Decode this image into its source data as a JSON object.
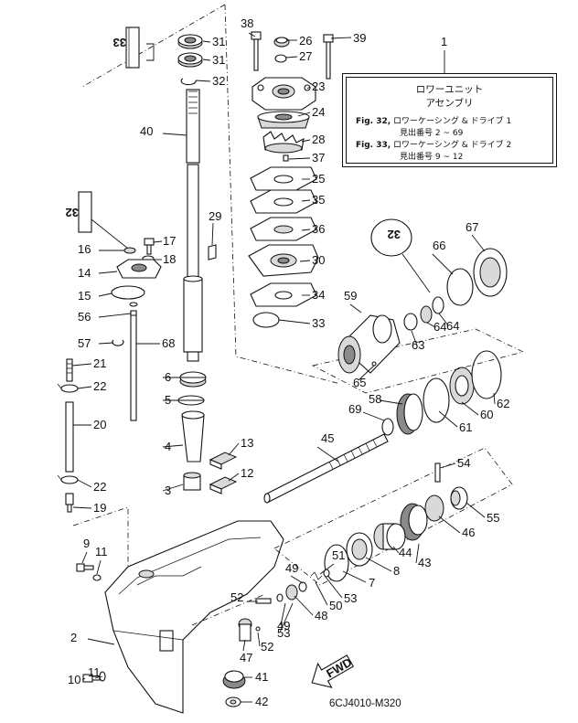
{
  "drawing_code": "6CJ4010-M320",
  "direction_label": "FWD",
  "info_box": {
    "callout": "1",
    "title_line1": "ロワーユニット",
    "title_line2": "アセンブリ",
    "lines": [
      {
        "ref": "Fig. 32,",
        "text": "ロワーケーシング & ドライブ 1"
      },
      {
        "ref": "",
        "text": "見出番号 2 ~ 69"
      },
      {
        "ref": "Fig. 33,",
        "text": "ロワーケーシング & ドライブ 2"
      },
      {
        "ref": "",
        "text": "見出番号 9 ~ 12"
      }
    ]
  },
  "tool_marks": [
    "33",
    "32",
    "32"
  ],
  "callouts": [
    "38",
    "26",
    "39",
    "31",
    "31",
    "32",
    "27",
    "23",
    "24",
    "28",
    "37",
    "25",
    "35",
    "36",
    "30",
    "34",
    "33",
    "40",
    "29",
    "17",
    "18",
    "16",
    "14",
    "15",
    "56",
    "57",
    "68",
    "21",
    "22",
    "20",
    "22",
    "19",
    "9",
    "11",
    "6",
    "5",
    "4",
    "13",
    "12",
    "3",
    "59",
    "66",
    "67",
    "63",
    "64",
    "64",
    "65",
    "58",
    "69",
    "61",
    "60",
    "62",
    "45",
    "54",
    "55",
    "46",
    "44",
    "43",
    "8",
    "7",
    "51",
    "53",
    "50",
    "49",
    "48",
    "49",
    "53",
    "52",
    "52",
    "47",
    "2",
    "41",
    "42",
    "10",
    "11"
  ]
}
